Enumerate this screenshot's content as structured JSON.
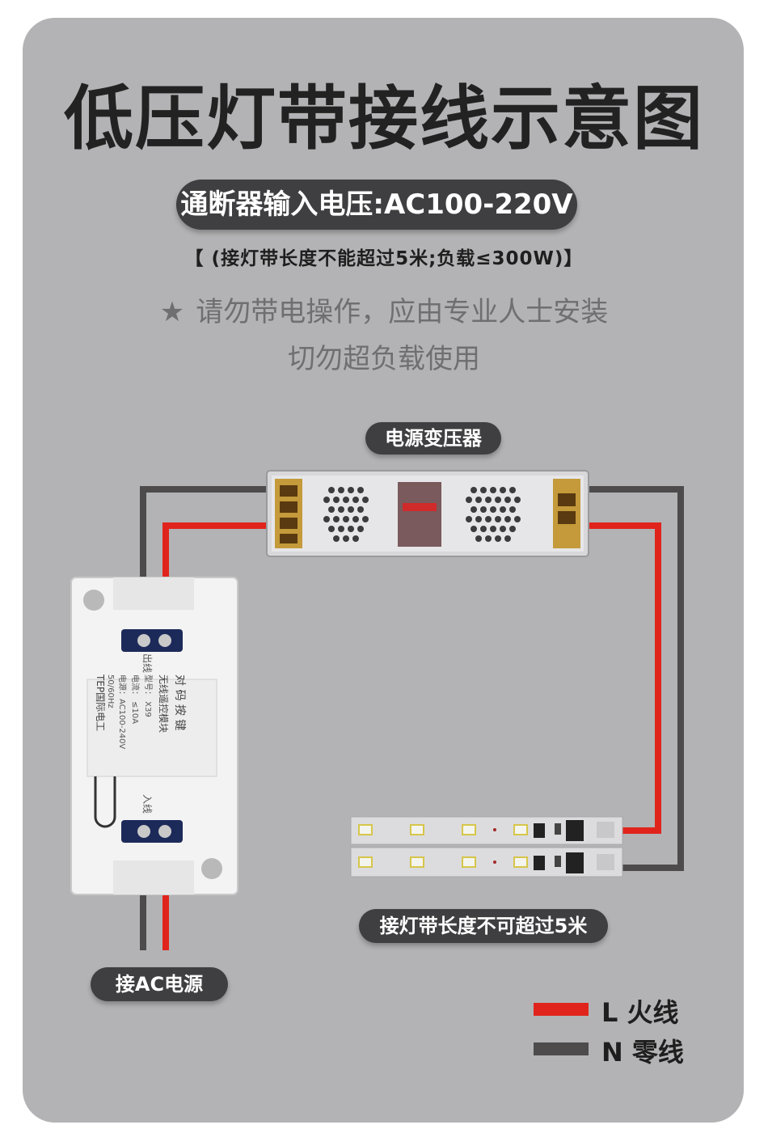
{
  "title": "低压灯带接线示意图",
  "voltage": "通断器输入电压:AC100-220V",
  "limits": "【 (接灯带长度不能超过5米;负载≤300W)】",
  "warning_star": "★",
  "warning_line1": "请勿带电操作，应由专业人士安装",
  "warning_line2": "切勿超负载使用",
  "labels": {
    "transformer": "电源变压器",
    "strip": "接灯带长度不可超过5米",
    "ac": "接AC电源"
  },
  "switch_module": {
    "output_label": "出线",
    "input_label": "入线",
    "pair_label": "对 码 按 键",
    "name": "无线遥控模块",
    "model": "型号： X39",
    "current": "电流： ≤10A",
    "power": "电源：AC100-240V",
    "freq": "50/60Hz",
    "brand": "TEP国际电工"
  },
  "legend": [
    {
      "text": "L 火线",
      "color": "#e0241c"
    },
    {
      "text": "N 零线",
      "color": "#4d4b4c"
    }
  ],
  "colors": {
    "live": "#e0241c",
    "neutral": "#4d4b4c",
    "background": "#b3b3b5",
    "pill": "#3f3f41"
  }
}
